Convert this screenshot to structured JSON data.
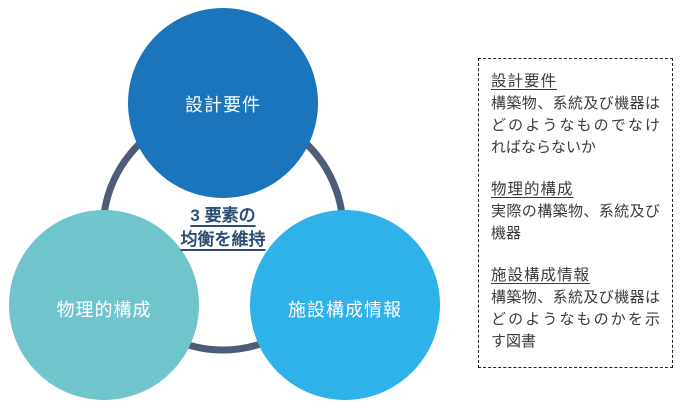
{
  "diagram": {
    "circles": {
      "design": {
        "label": "設計要件",
        "color": "#1b75bc"
      },
      "physical": {
        "label": "物理的構成",
        "color": "#70c5cc"
      },
      "facility": {
        "label": "施設構成情報",
        "color": "#2fb1e9"
      }
    },
    "ring": {
      "color": "#4d5c78"
    },
    "center_label": {
      "line1": "3 要素の",
      "line2": "均衡を維持",
      "color": "#2e4d73"
    }
  },
  "legend": {
    "sections": [
      {
        "heading": "設計要件",
        "lines": [
          "構築物、系統及び機器は",
          "どのようなものでなけ",
          "ればならないか"
        ]
      },
      {
        "heading": "物理的構成",
        "lines": [
          "実際の構築物、系統及び",
          "機器"
        ]
      },
      {
        "heading": "施設構成情報",
        "lines": [
          "構築物、系統及び機器は",
          "どのようなものかを示",
          "す図書"
        ]
      }
    ]
  }
}
